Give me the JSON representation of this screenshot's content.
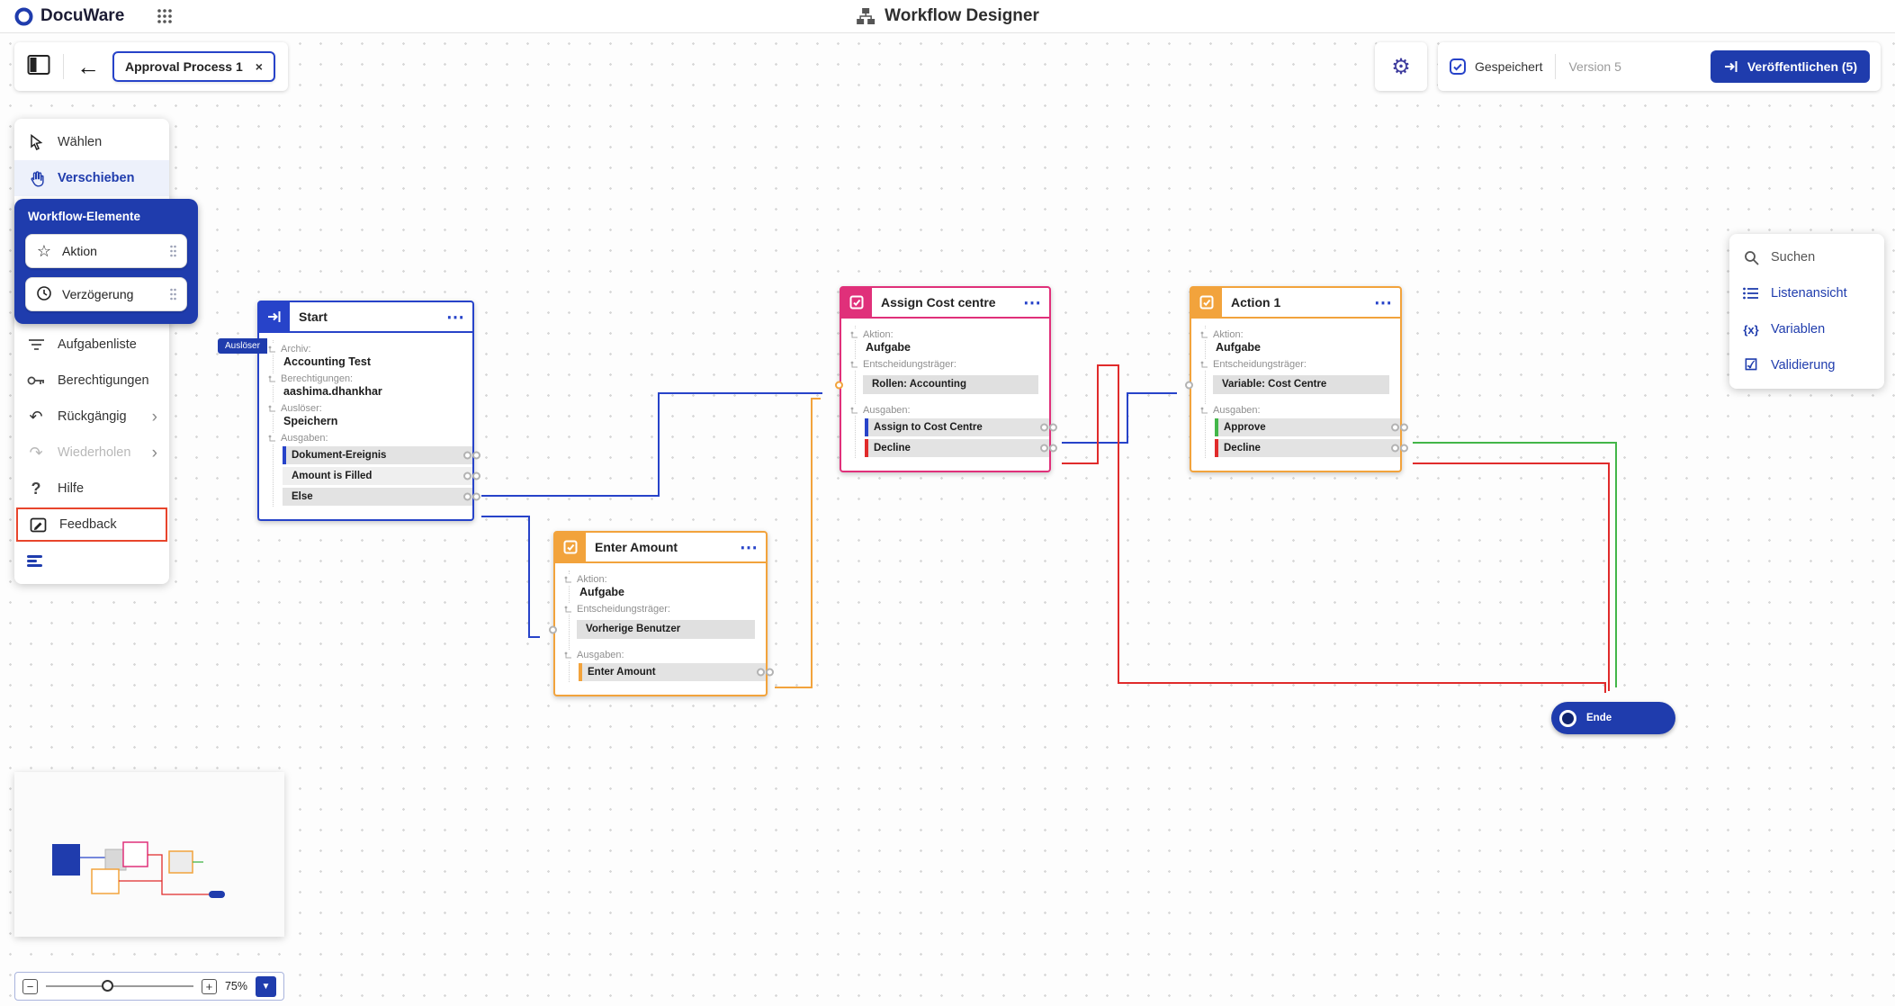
{
  "topbar": {
    "logo_text": "DocuWare",
    "title": "Workflow Designer"
  },
  "toolbar": {
    "tab_label": "Approval Process 1",
    "saved_label": "Gespeichert",
    "version_label": "Version 5",
    "publish_label": "Veröffentlichen (5)"
  },
  "sidebar": {
    "items": [
      {
        "label": "Wählen"
      },
      {
        "label": "Verschieben"
      },
      {
        "label": "Aufgabenliste"
      },
      {
        "label": "Berechtigungen"
      },
      {
        "label": "Rückgängig"
      },
      {
        "label": "Wiederholen"
      },
      {
        "label": "Hilfe"
      },
      {
        "label": "Feedback"
      }
    ],
    "palette": {
      "title": "Workflow-Elemente",
      "items": [
        {
          "label": "Aktion"
        },
        {
          "label": "Verzögerung"
        }
      ]
    }
  },
  "rightpanel": {
    "items": [
      {
        "label": "Suchen"
      },
      {
        "label": "Listenansicht"
      },
      {
        "label": "Variablen"
      },
      {
        "label": "Validierung"
      }
    ]
  },
  "nodes": {
    "start": {
      "title": "Start",
      "tag": "Auslöser",
      "fields": [
        {
          "label": "Archiv:",
          "value": "Accounting Test"
        },
        {
          "label": "Berechtigungen:",
          "value": "aashima.dhankhar"
        },
        {
          "label": "Auslöser:",
          "value": "Speichern"
        }
      ],
      "outputs_label": "Ausgaben:",
      "outputs": [
        {
          "label": "Dokument-Ereignis",
          "color": "#2743c9"
        },
        {
          "label": "Amount is Filled",
          "color": ""
        },
        {
          "label": "Else",
          "color": ""
        }
      ]
    },
    "enter_amount": {
      "title": "Enter Amount",
      "action_label": "Aktion:",
      "action_value": "Aufgabe",
      "decision_label": "Entscheidungsträger:",
      "decision_value": "Vorherige Benutzer",
      "outputs_label": "Ausgaben:",
      "outputs": [
        {
          "label": "Enter Amount",
          "color": "#f2a33c"
        }
      ]
    },
    "assign_cost": {
      "title": "Assign Cost centre",
      "action_label": "Aktion:",
      "action_value": "Aufgabe",
      "decision_label": "Entscheidungsträger:",
      "decision_value": "Rollen: Accounting",
      "outputs_label": "Ausgaben:",
      "outputs": [
        {
          "label": "Assign to Cost Centre",
          "color": "#2743c9"
        },
        {
          "label": "Decline",
          "color": "#e02b2b"
        }
      ]
    },
    "action1": {
      "title": "Action 1",
      "action_label": "Aktion:",
      "action_value": "Aufgabe",
      "decision_label": "Entscheidungsträger:",
      "decision_value": "Variable: Cost Centre",
      "outputs_label": "Ausgaben:",
      "outputs": [
        {
          "label": "Approve",
          "color": "#43b649"
        },
        {
          "label": "Decline",
          "color": "#e02b2b"
        }
      ]
    },
    "end": {
      "label": "Ende"
    }
  },
  "statusbar": {
    "zoom": "75%"
  },
  "icons": {
    "more": "⋯",
    "star": "☆",
    "back_arrow": "←",
    "gear": "⚙",
    "help": "?",
    "undo": "↶",
    "redo": "↷",
    "variables": "{x}",
    "validation": "☑",
    "dropdown": "▼",
    "minus": "−",
    "plus": "+",
    "close": "×",
    "chevron": "›"
  },
  "colors": {
    "brand": "#1f3cad",
    "blue": "#2743c9",
    "yellow": "#f2a33c",
    "pink": "#e0307a",
    "red": "#e02b2b",
    "green": "#43b649"
  }
}
